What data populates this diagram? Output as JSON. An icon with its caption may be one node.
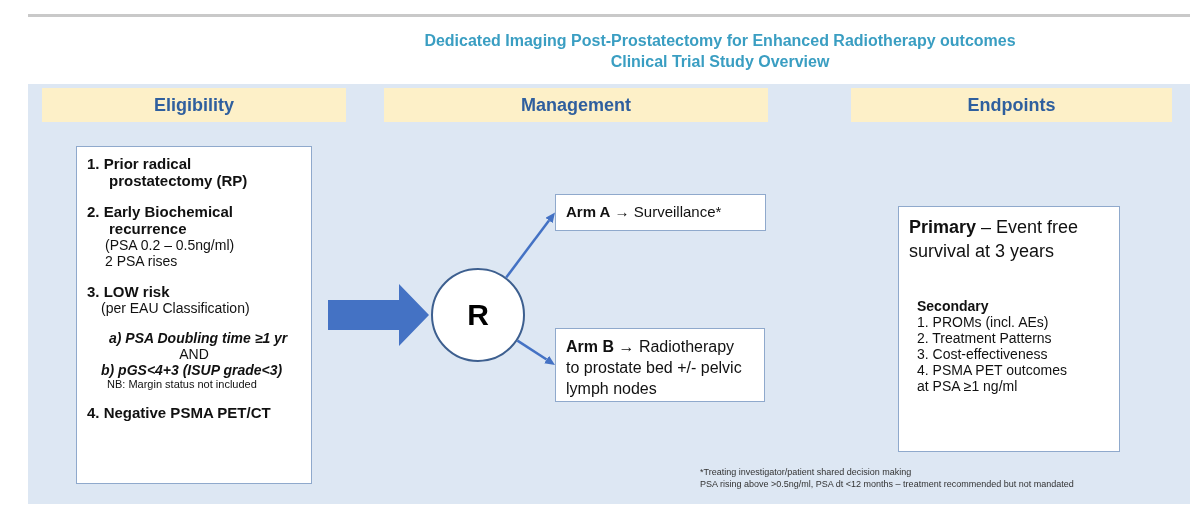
{
  "diagram": {
    "title": "Dedicated Imaging Post-Prostatectomy for Enhanced Radiotherapy outcomes",
    "nodes": [
      {
        "text": [
          "Eligibility"
        ]
      },
      {
        "text": [
          "Management"
        ]
      },
      {
        "text": [
          "Endpoints"
        ]
      },
      {
        "text": [
          "1. Prior radical prostatectomy (RP)",
          "2. Early Biochemical recurrence",
          "(PSA 0.2 – 0.5ng/ml)",
          "2 PSA rises",
          "3. LOW risk",
          "(per EAU Classification)",
          "a) PSA Doubling time ≥1 yr",
          "AND",
          "b) pGS<4+3 (ISUP grade<3)",
          "NB: Margin status not included",
          "4. Negative PSMA PET/CT"
        ]
      },
      {
        "text": [
          "R"
        ]
      },
      {
        "text": [
          "**Arm A** → Surveillance*"
        ]
      },
      {
        "text": [
          "**Arm B** → Radiotherapy to prostate bed +/- pelvic lymph nodes"
        ]
      },
      {
        "text": [
          "**Primary** – Event free survival at 3 years",
          "Secondary",
          "1. PROMs (incl. AEs)",
          "2. Treatment Patterns",
          "3. Cost-effectiveness",
          "4. PSMA PET outcomes at PSA ≥1 ng/ml"
        ]
      }
    ],
    "edges": [
      {
        "from": 3,
        "to": 4,
        "arrow": "to",
        "style": "thick"
      },
      {
        "from": 4,
        "to": 5,
        "arrow": "to"
      },
      {
        "from": 4,
        "to": 6,
        "arrow": "to"
      }
    ],
    "labels": [
      "Clinical Trial Study Overview",
      "*Treating investigator/patient shared decision making",
      "PSA rising above >0.5ng/ml, PSA dt <12 months – treatment recommended but not mandated"
    ]
  }
}
